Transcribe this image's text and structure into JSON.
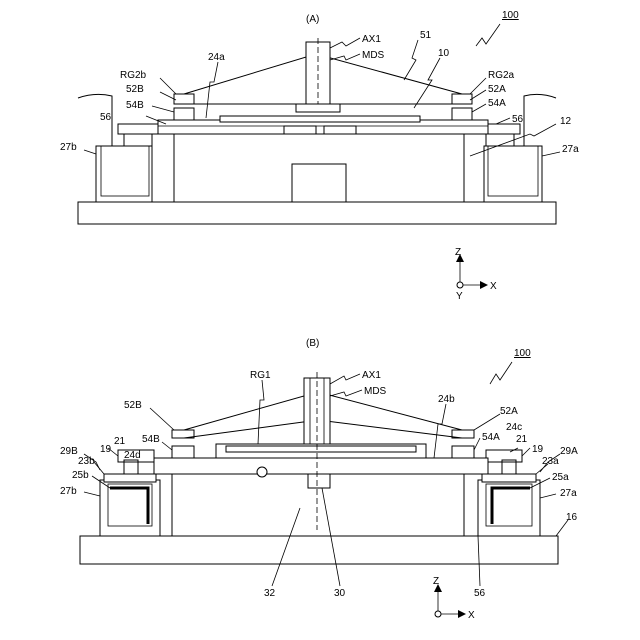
{
  "figures": [
    {
      "caption": "(A)",
      "ref_number": "100",
      "labels": {
        "ax1": "AX1",
        "mds": "MDS",
        "n51": "51",
        "n10": "10",
        "n24a": "24a",
        "rg2b": "RG2b",
        "rg2a": "RG2a",
        "n52b": "52B",
        "n52a": "52A",
        "n54b": "54B",
        "n54a": "54A",
        "n56l": "56",
        "n56r": "56",
        "n12": "12",
        "n27b": "27b",
        "n27a": "27a"
      },
      "axes": {
        "z": "Z",
        "y": "Y",
        "x": "X"
      }
    },
    {
      "caption": "(B)",
      "ref_number": "100",
      "labels": {
        "rg1": "RG1",
        "ax1": "AX1",
        "mds": "MDS",
        "n52b": "52B",
        "n52a": "52A",
        "n24b": "24b",
        "n54b": "54B",
        "n54a": "54A",
        "n29b": "29B",
        "n29a": "29A",
        "n24d": "24d",
        "n24c": "24c",
        "n21l": "21",
        "n21r": "21",
        "n19l": "19",
        "n19r": "19",
        "n23b": "23b",
        "n23a": "23a",
        "n25b": "25b",
        "n25a": "25a",
        "n27b": "27b",
        "n27a": "27a",
        "n16": "16",
        "n32": "32",
        "n30": "30",
        "n56": "56"
      },
      "axes": {
        "z": "Z",
        "x": "X"
      }
    }
  ]
}
